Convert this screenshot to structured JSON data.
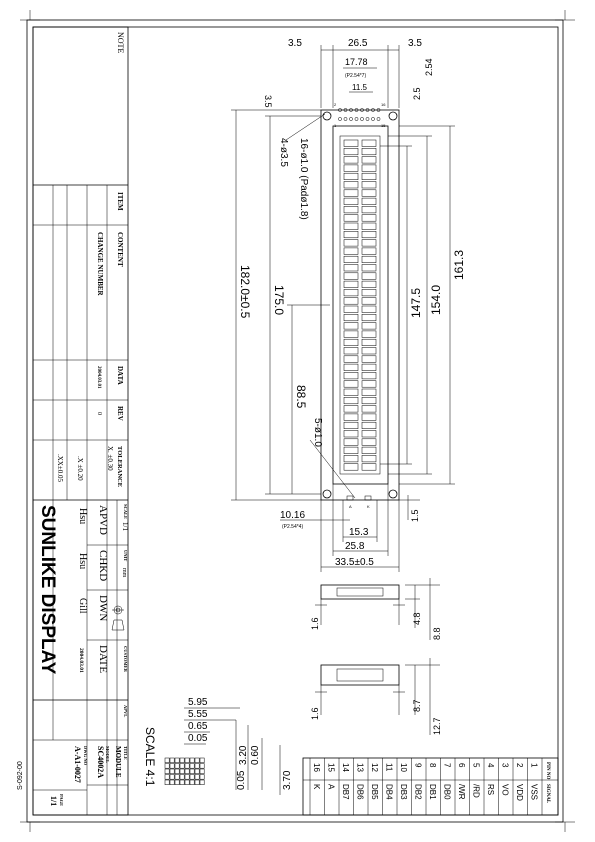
{
  "drawing_id": "S-092-00",
  "company": "SUNLIKE DISPLAY",
  "title_block": {
    "note_label": "NOTE",
    "item_label": "ITEM",
    "content_label": "CONTENT",
    "change_number_label": "CHANGE NUMBER",
    "data_label": "DATA",
    "data_value": "2004.03.01",
    "rev_label": "REV",
    "rev_value": "0",
    "tolerance_label": "TOLERANCE",
    "tol_x": "X.   ±0.30",
    "tol_xx": ".X ±0.20",
    "tol_xxx": ".XX±0.05",
    "scale_label": "SCALE",
    "scale_value": "1/1",
    "unit_label": "UNIT",
    "unit_value": "mm",
    "apvd_label": "APVD",
    "chkd_label": "CHKD",
    "dwn_label": "DWN",
    "date_label": "DATE",
    "apvd_name": "Hsu",
    "chkd_name": "Hsu",
    "dwn_name": "Gill",
    "date_value": "2004.03.01",
    "customer_label": "CUSTOMER",
    "apvl_label": "APVL",
    "title_label": "TITLE",
    "title_value": "MODULE",
    "model_label": "MODEL",
    "model_value": "SC4002A",
    "dwg_no_label": "DWG NO",
    "dwg_no_value": "A-A1-0027",
    "page_label": "PAGE",
    "page_value": "1/1"
  },
  "dimensions": {
    "w_left": "3.5",
    "w_main": "26.5",
    "w_right": "3.5",
    "pitch_top": "17.78",
    "pitch_top_note": "(P2.54*7)",
    "pad_span": "11.5",
    "pad_side1": "2.54",
    "pad_side2": "2.5",
    "top_margin": "3.5",
    "mount_holes": "4-ø3.5",
    "pads": "16-ø1.0 (Padø1.8)",
    "h_total": "182.0±0.5",
    "h_hole": "175.0",
    "h_view": "161.3",
    "h_area": "154.0",
    "h_char": "147.5",
    "h_mid": "88.5",
    "led_holes": "5-ø1.0",
    "bot_pitch": "10.16",
    "bot_pitch_note": "(P2.54*4)",
    "bot_right": "1.5",
    "w_153": "15.3",
    "w_258": "25.8",
    "w_335": "33.5±0.5",
    "side1_a": "1.6",
    "side1_b": "4.8",
    "side1_c": "8.8",
    "side2_a": "1.6",
    "side2_b": "8.7",
    "side2_c": "12.7",
    "dot_w1": "5.95",
    "dot_w2": "5.55",
    "dot_w3": "0.65",
    "dot_w4": "0.05",
    "dot_h1": "3.20",
    "dot_h2": "0.60",
    "dot_h3": "0.05",
    "dot_h4": "3.70",
    "scale_note": "SCALE 4:1"
  },
  "pin_table": {
    "header_no": "PIN NO",
    "header_sig": "SIGNAL",
    "pins": [
      {
        "no": "1",
        "sig": "VSS"
      },
      {
        "no": "2",
        "sig": "VDD"
      },
      {
        "no": "3",
        "sig": "VO"
      },
      {
        "no": "4",
        "sig": "RS"
      },
      {
        "no": "5",
        "sig": "/RD"
      },
      {
        "no": "6",
        "sig": "/WR"
      },
      {
        "no": "7",
        "sig": "DB0"
      },
      {
        "no": "8",
        "sig": "DB1"
      },
      {
        "no": "9",
        "sig": "DB2"
      },
      {
        "no": "10",
        "sig": "DB3"
      },
      {
        "no": "11",
        "sig": "DB4"
      },
      {
        "no": "12",
        "sig": "DB5"
      },
      {
        "no": "13",
        "sig": "DB6"
      },
      {
        "no": "14",
        "sig": "DB7"
      },
      {
        "no": "15",
        "sig": "A"
      },
      {
        "no": "16",
        "sig": "K"
      }
    ]
  }
}
